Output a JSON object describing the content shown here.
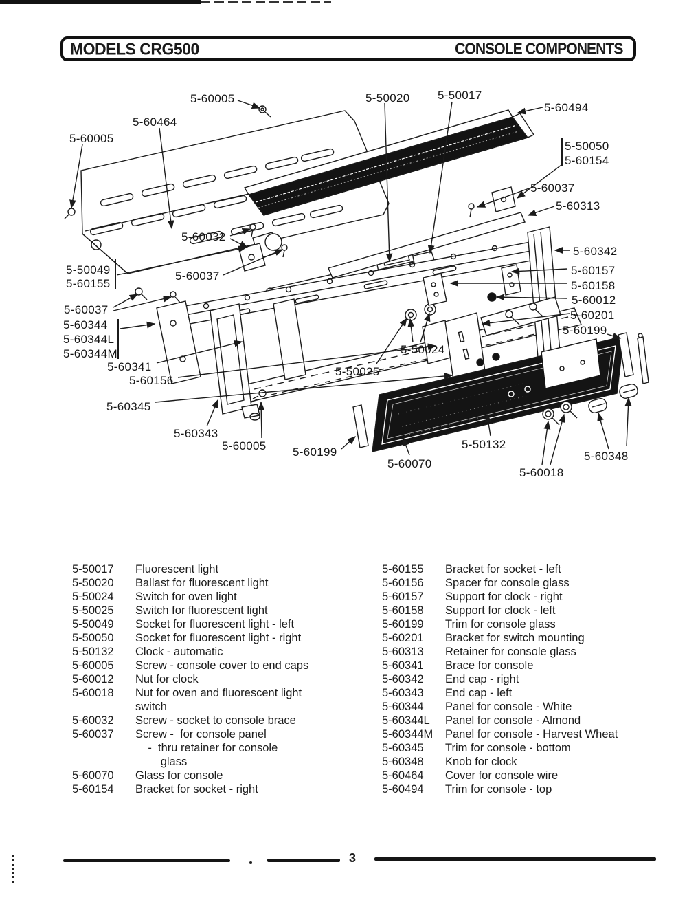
{
  "page": {
    "header": {
      "model": "MODELS CRG500",
      "section": "CONSOLE COMPONENTS"
    },
    "footer": {
      "page_number": "3"
    }
  },
  "colors": {
    "ink": "#1b1b1b",
    "paper": "#ffffff"
  },
  "diagram": {
    "callouts": [
      {
        "label": "5-60005"
      },
      {
        "label": "5-60464"
      },
      {
        "label": "5-60005"
      },
      {
        "label": "5-50020"
      },
      {
        "label": "5-50017"
      },
      {
        "label": "5-60494"
      },
      {
        "label": "5-50050"
      },
      {
        "label": "5-60154"
      },
      {
        "label": "5-60037"
      },
      {
        "label": "5-60313"
      },
      {
        "label": "5-60032"
      },
      {
        "label": "5-60342"
      },
      {
        "label": "5-50049"
      },
      {
        "label": "5-60155"
      },
      {
        "label": "5-60037"
      },
      {
        "label": "5-60157"
      },
      {
        "label": "5-60158"
      },
      {
        "label": "5-60012"
      },
      {
        "label": "5-60037"
      },
      {
        "label": "5-60201"
      },
      {
        "label": "5-60199"
      },
      {
        "label": "5-60344"
      },
      {
        "label": "5-60344L"
      },
      {
        "label": "5-60344M"
      },
      {
        "label": "5-50024"
      },
      {
        "label": "5-60341"
      },
      {
        "label": "5-50025"
      },
      {
        "label": "5-60156"
      },
      {
        "label": "5-60345"
      },
      {
        "label": "5-60343"
      },
      {
        "label": "5-60005"
      },
      {
        "label": "5-60199"
      },
      {
        "label": "5-60070"
      },
      {
        "label": "5-50132"
      },
      {
        "label": "5-60018"
      },
      {
        "label": "5-60348"
      }
    ]
  },
  "parts_list": {
    "left": [
      {
        "number": "5-50017",
        "description": "Fluorescent light"
      },
      {
        "number": "5-50020",
        "description": "Ballast for fluorescent light"
      },
      {
        "number": "5-50024",
        "description": "Switch for oven light"
      },
      {
        "number": "5-50025",
        "description": "Switch for fluorescent light"
      },
      {
        "number": "5-50049",
        "description": "Socket for fluorescent light - left"
      },
      {
        "number": "5-50050",
        "description": "Socket for fluorescent light - right"
      },
      {
        "number": "5-50132",
        "description": "Clock - automatic"
      },
      {
        "number": "5-60005",
        "description": "Screw - console cover to end caps"
      },
      {
        "number": "5-60012",
        "description": "Nut for clock"
      },
      {
        "number": "5-60018",
        "description": "Nut for oven and fluorescent light\nswitch"
      },
      {
        "number": "5-60032",
        "description": "Screw - socket to console brace"
      },
      {
        "number": "5-60037",
        "description": "Screw -  for console panel\n    -  thru retainer for console\n        glass"
      },
      {
        "number": "5-60070",
        "description": "Glass for console"
      },
      {
        "number": "5-60154",
        "description": "Bracket for socket - right"
      }
    ],
    "right": [
      {
        "number": "5-60155",
        "description": "Bracket for socket - left"
      },
      {
        "number": "5-60156",
        "description": "Spacer for console glass"
      },
      {
        "number": "5-60157",
        "description": "Support for clock - right"
      },
      {
        "number": "5-60158",
        "description": "Support for clock - left"
      },
      {
        "number": "5-60199",
        "description": "Trim for console glass"
      },
      {
        "number": "5-60201",
        "description": "Bracket for switch mounting"
      },
      {
        "number": "5-60313",
        "description": "Retainer for console glass"
      },
      {
        "number": "5-60341",
        "description": "Brace for console"
      },
      {
        "number": "5-60342",
        "description": "End cap - right"
      },
      {
        "number": "5-60343",
        "description": "End cap - left"
      },
      {
        "number": "5-60344",
        "description": "Panel for console - White"
      },
      {
        "number": "5-60344L",
        "description": "Panel for console - Almond"
      },
      {
        "number": "5-60344M",
        "description": "Panel for console - Harvest Wheat"
      },
      {
        "number": "5-60345",
        "description": "Trim for console - bottom"
      },
      {
        "number": "5-60348",
        "description": "Knob for clock"
      },
      {
        "number": "5-60464",
        "description": "Cover for console wire"
      },
      {
        "number": "5-60494",
        "description": "Trim for console - top"
      }
    ]
  }
}
